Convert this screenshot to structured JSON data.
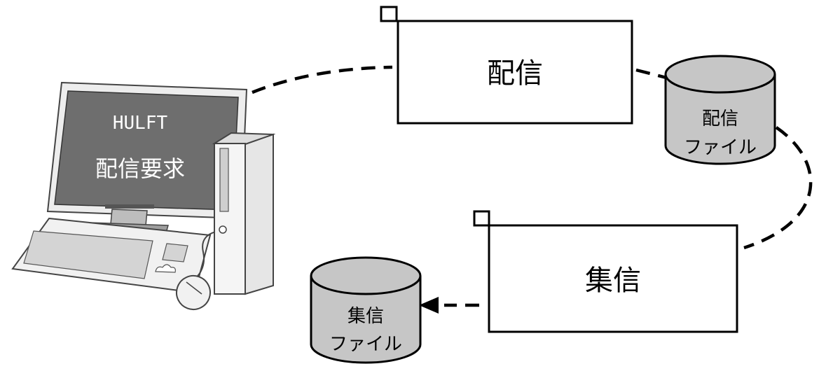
{
  "diagram": {
    "pc": {
      "screen_line1": "HULFT",
      "screen_line2": "配信要求"
    },
    "send_box": {
      "label": "配信"
    },
    "recv_box": {
      "label": "集信"
    },
    "send_file": {
      "line1": "配信",
      "line2": "ファイル"
    },
    "recv_file": {
      "line1": "集信",
      "line2": "ファイル"
    },
    "colors": {
      "cylinder_fill": "#c6c6c6",
      "stroke": "#000000",
      "screen": "#6e6e6e"
    }
  }
}
